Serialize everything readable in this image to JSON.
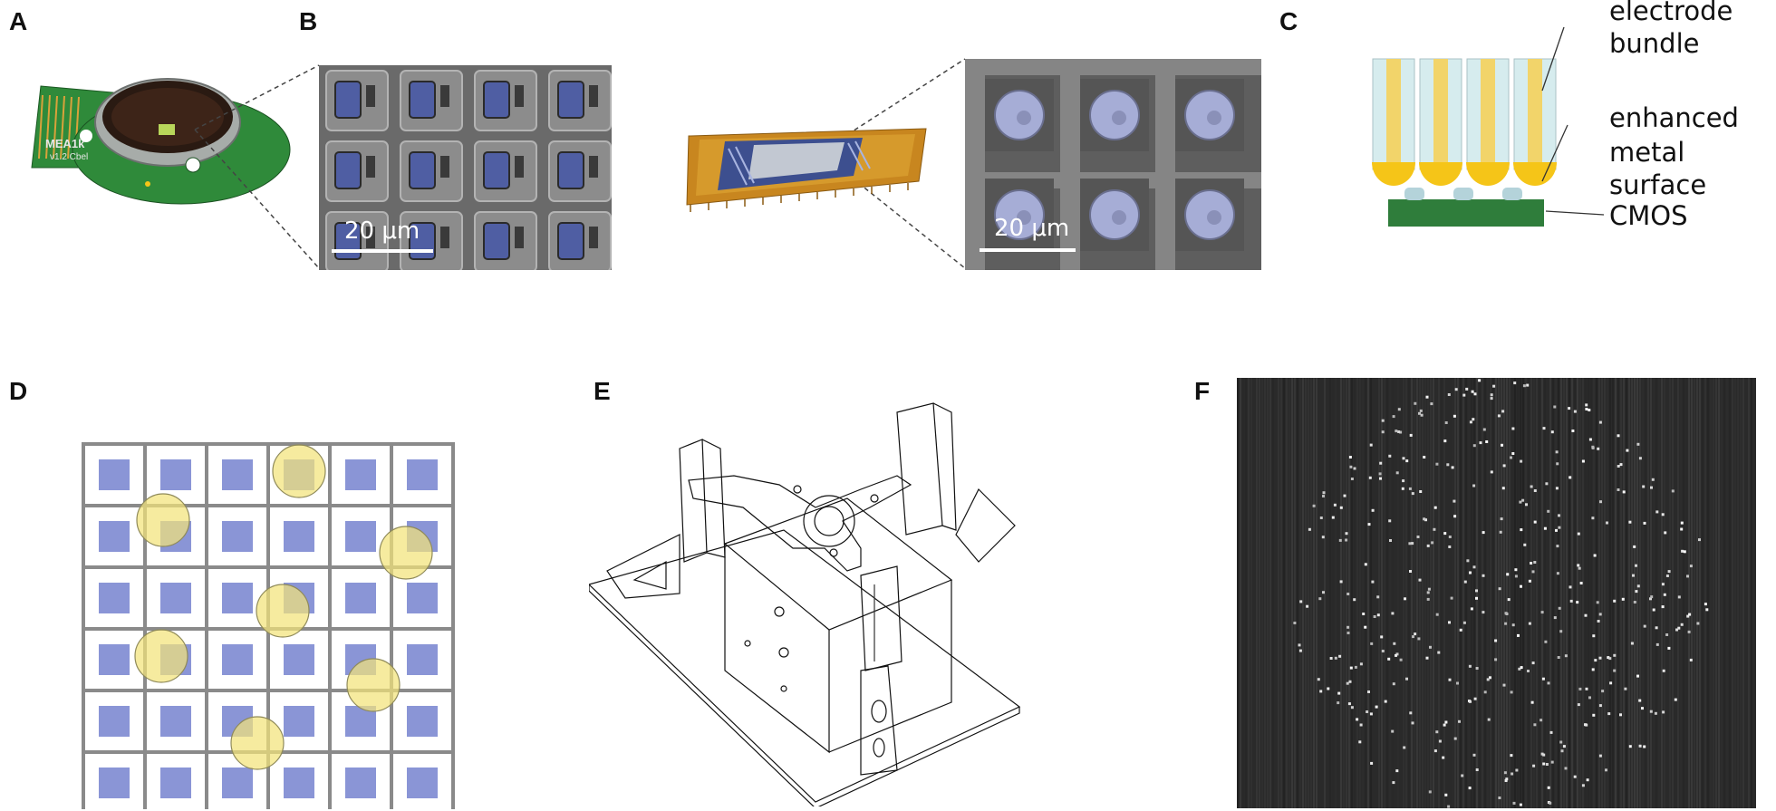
{
  "panels": {
    "a": {
      "letter": "A",
      "board_label_1": "MEA1k",
      "board_label_2": "v1.2 Cbel"
    },
    "b": {
      "letter": "B",
      "scalebar_left": "20 μm",
      "scalebar_right": "20 μm"
    },
    "c": {
      "letter": "C",
      "label_bundle_1": "electrode",
      "label_bundle_2": "bundle",
      "label_surface_1": "enhanced",
      "label_surface_2": "metal surface",
      "label_cmos": "CMOS"
    },
    "d": {
      "letter": "D",
      "grid_rows": 6,
      "grid_cols": 6
    },
    "e": {
      "letter": "E"
    },
    "f": {
      "letter": "F"
    }
  },
  "colors": {
    "electrode_blue": "#8a95d6",
    "circle_yellow": "#f3e37a",
    "cmos_green": "#2f7d3b",
    "gold": "#f5c518",
    "board_green": "#2f8a3a"
  }
}
